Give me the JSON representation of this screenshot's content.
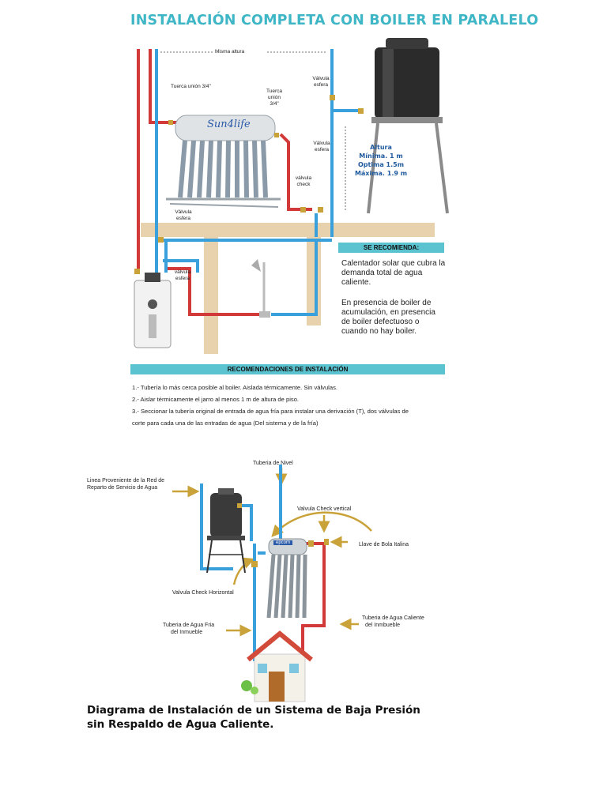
{
  "diagram1": {
    "title": "INSTALACIÓN COMPLETA CON BOILER EN PARALELO",
    "labels": {
      "misma_altura": "Misma altura",
      "tuerca_union_1": "Tuerca unión 3/4\"",
      "tuerca_union_2a": "Tuerca",
      "tuerca_union_2b": "unión",
      "tuerca_union_2c": "3/4\"",
      "valvula_esfera_top_a": "Válvula",
      "valvula_esfera_top_b": "esfera",
      "valvula_esfera_mid_a": "Válvula",
      "valvula_esfera_mid_b": "esfera",
      "valvula_check_a": "válvula",
      "valvula_check_b": "check",
      "valvula_esfera_left_a": "Válvula",
      "valvula_esfera_left_b": "esfera",
      "valvula_esfera_boiler_a": "válvula",
      "valvula_esfera_boiler_b": "esfera",
      "brand": "Sun4life"
    },
    "altura": {
      "title": "Altura",
      "min": "Mínima. 1 m",
      "opt": "Optima 1.5m",
      "max": "Máxima. 1.9 m"
    },
    "se_recomienda": {
      "heading": "SE RECOMIENDA:",
      "p1": "Calentador solar que cubra la demanda total de agua caliente.",
      "p2": "En presencia de boiler de acumulación, en presencia de boiler defectuoso o cuando no hay boiler."
    },
    "recomendaciones": {
      "heading": "RECOMENDACIONES DE INSTALACIÓN",
      "item1": "1.- Tubería lo más cerca posible al boiler. Aislada térmicamente.  Sin válvulas.",
      "item2": "2.- Aislar térmicamente el jarro al menos 1 m de altura de piso.",
      "item3a": "3.- Seccionar la tubería original de entrada de agua fría para instalar una derivación (T), dos válvulas de",
      "item3b": "corte para cada una de las entradas de agua (Del sistema y de la fría)"
    }
  },
  "diagram2": {
    "labels": {
      "tuberia_nivel": "Tuberia de Nivel",
      "linea_red_a": "Linea Proveniente de la Red de",
      "linea_red_b": "Reparto de Servicio de Agua",
      "check_vertical": "Valvula Check vertical",
      "llave_bola": "Llave de Bola Italina",
      "check_horizontal": "Valvula Check Horizontal",
      "fria_a": "Tuberia de Agua Fria",
      "fria_b": "del Inmueble",
      "caliente_a": "Tuberia de Agua Caliente",
      "caliente_b": "del Inmbueble",
      "brand": "epcom"
    },
    "title_line1": "Diagrama de Instalación de un Sistema de Baja Presión",
    "title_line2": "sin Respaldo de Agua Caliente."
  },
  "colors": {
    "hot_pipe": "#d23a3a",
    "cold_pipe": "#3aa0dc",
    "accent": "#3fb6c6",
    "beam": "#e8d2ae",
    "arrow": "#c9a23a"
  }
}
